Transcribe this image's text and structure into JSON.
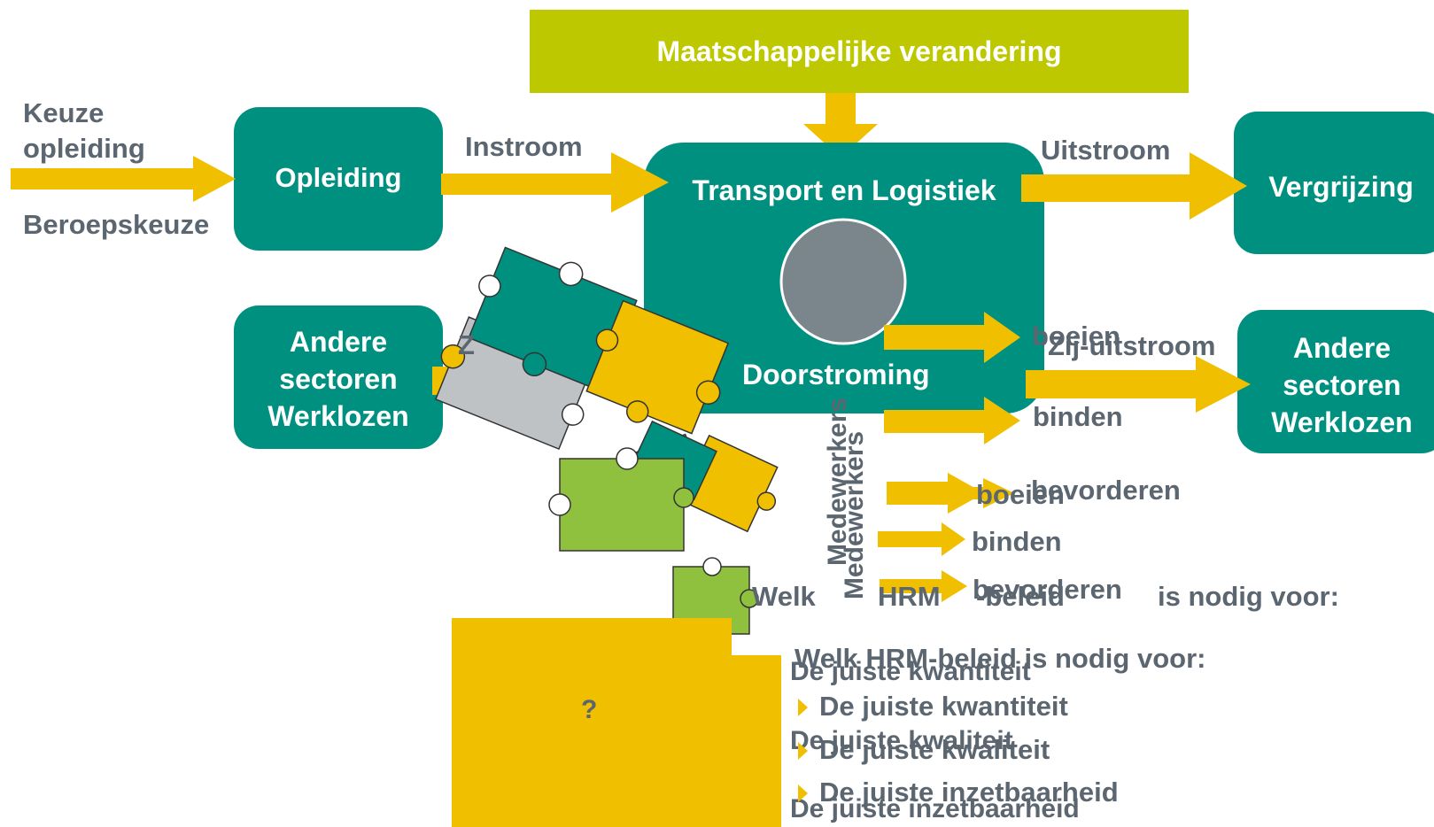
{
  "colors": {
    "teal": "#009080",
    "yellow": "#f0bf00",
    "lime": "#bdc800",
    "gray_text": "#5b6670",
    "circle_gray": "#7a858c",
    "puzzle_gray": "#bfc2c5",
    "puzzle_green": "#8fc03e"
  },
  "banner": {
    "label": "Maatschappelijke verandering"
  },
  "left_labels": {
    "keuze": "Keuze opleiding",
    "beroepskeuze": "Beroepskeuze"
  },
  "boxes": {
    "opleiding": "Opleiding",
    "transport": "Transport en Logistiek",
    "vergrijzing": "Vergrijzing",
    "andere_left": "Andere sectoren Werklozen",
    "andere_right": "Andere sectoren Werklozen"
  },
  "flow_labels": {
    "instroom": "Instroom",
    "uitstroom": "Uitstroom",
    "zij_uitstroom": "Zij-uitstroom",
    "doorstroming": "Doorstroming",
    "z_partial": "Z"
  },
  "medewerkers": {
    "a": "Medewerkers",
    "b": "Medewerkers"
  },
  "actions": {
    "boeien_1": "boeien",
    "binden_1": "binden",
    "boeien_2": "boeien",
    "bevorderen_1": "bevorderen",
    "binden_2": "binden",
    "bevorderen_2": "bevorderen"
  },
  "question_line": {
    "welk": "Welk",
    "hrm": "HRM",
    "beleid": "-beleid",
    "nodig": "is nodig voor:"
  },
  "question_box": {
    "mark": "?"
  },
  "question_header": "Welk HRM-beleid is nodig voor:",
  "bullets_back": [
    "De juiste kwantiteit",
    "De juiste kwaliteit",
    "De juiste inzetbaarheid"
  ],
  "bullets_front": [
    "De juiste kwantiteit",
    "De juiste kwaliteit",
    "De juiste inzetbaarheid"
  ]
}
